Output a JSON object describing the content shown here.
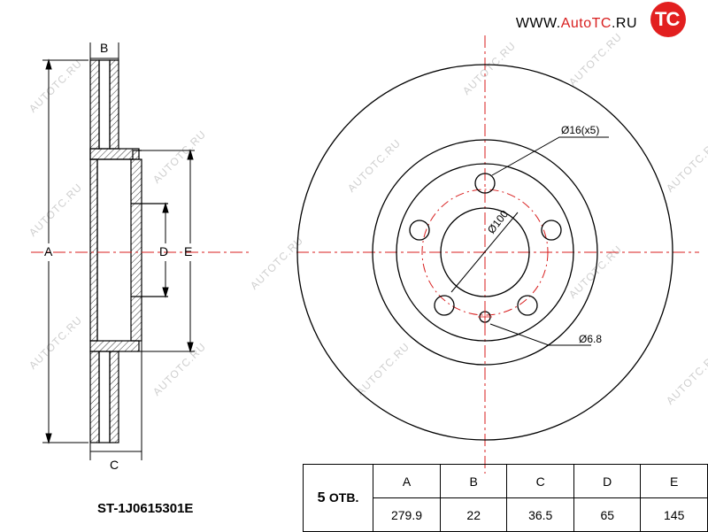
{
  "header": {
    "site_prefix": "WWW.",
    "site_brand": "AutoTC",
    "site_suffix": ".RU",
    "logo_text": "TC"
  },
  "watermark": "AUTOTC.RU",
  "diagram": {
    "labels": {
      "A": "A",
      "B": "B",
      "C": "C",
      "D": "D",
      "E": "E",
      "bolt_hole": "Ø16(x5)",
      "pcd": "Ø100",
      "small_hole": "Ø6.8"
    }
  },
  "part_number": "ST-1J0615301E",
  "spec_table": {
    "holes_count": "5",
    "holes_unit": "ОТВ.",
    "headers": [
      "A",
      "B",
      "C",
      "D",
      "E"
    ],
    "values": [
      "279.9",
      "22",
      "36.5",
      "65",
      "145"
    ]
  },
  "colors": {
    "brand_red": "#e21f1f",
    "centerline_red": "#d81e1e",
    "watermark_gray": "#cfcfcf"
  }
}
